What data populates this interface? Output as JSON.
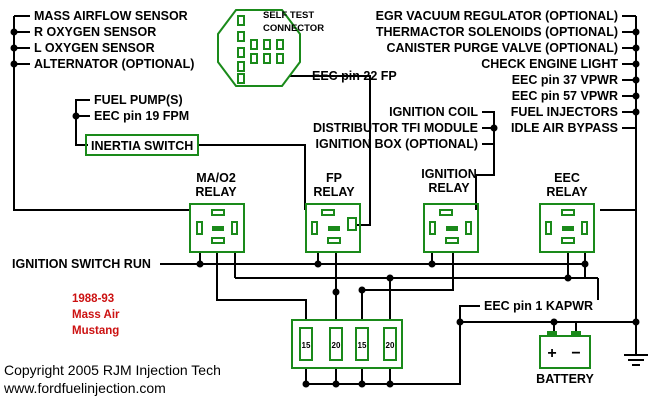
{
  "left_top_labels": [
    "MASS AIRFLOW SENSOR",
    "R  OXYGEN SENSOR",
    "L  OXYGEN SENSOR",
    "ALTERNATOR (OPTIONAL)"
  ],
  "self_test_connector": [
    "SELF TEST",
    "CONNECTOR"
  ],
  "eec_pin_22": "EEC pin 22 FP",
  "right_top_labels": [
    "EGR VACUUM REGULATOR (OPTIONAL)",
    "THERMACTOR SOLENOIDS (OPTIONAL)",
    "CANISTER PURGE VALVE (OPTIONAL)",
    "CHECK ENGINE LIGHT",
    "EEC pin 37 VPWR",
    "EEC pin 57 VPWR",
    "FUEL INJECTORS",
    "IDLE AIR BYPASS"
  ],
  "fuel_pump_labels": [
    "FUEL PUMP(S)",
    "EEC pin 19 FPM"
  ],
  "inertia_switch": "INERTIA SWITCH",
  "ignition_labels": [
    "IGNITION COIL",
    "DISTRIBUTOR TFI MODULE",
    "IGNITION BOX (OPTIONAL)"
  ],
  "relays": [
    {
      "line1": "MA/O2",
      "line2": "RELAY"
    },
    {
      "line1": "FP",
      "line2": "RELAY"
    },
    {
      "line1": "IGNITION",
      "line2": "RELAY"
    },
    {
      "line1": "EEC",
      "line2": "RELAY"
    }
  ],
  "ignition_switch_run": "IGNITION SWITCH RUN",
  "eec_pin_1": "EEC pin 1 KAPWR",
  "fuses": [
    "15",
    "20",
    "15",
    "20"
  ],
  "battery": {
    "label": "BATTERY",
    "plus": "+",
    "minus": "−"
  },
  "model": [
    "1988-93",
    "Mass Air",
    "Mustang"
  ],
  "copyright": "Copyright 2005  RJM Injection Tech",
  "website": "www.fordfuelinjection.com",
  "colors": {
    "component": "#1a8a1a",
    "model_text": "#cc1111",
    "wire": "#000000"
  }
}
